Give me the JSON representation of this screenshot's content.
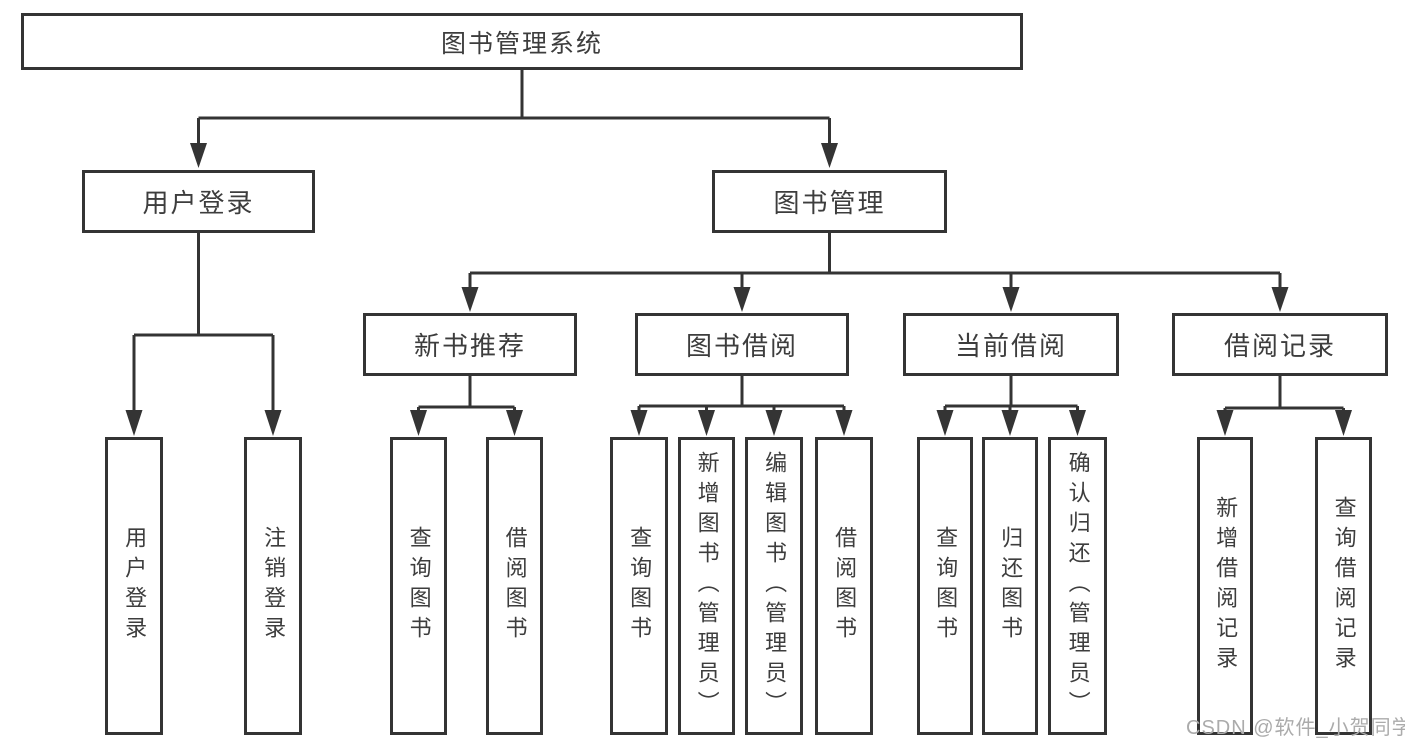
{
  "tree": {
    "label": "图书管理系统",
    "children": [
      {
        "label": "用户登录",
        "children": [
          {
            "label": "用户登录"
          },
          {
            "label": "注销登录"
          }
        ]
      },
      {
        "label": "图书管理",
        "children": [
          {
            "label": "新书推荐",
            "children": [
              {
                "label": "查询图书"
              },
              {
                "label": "借阅图书"
              }
            ]
          },
          {
            "label": "图书借阅",
            "children": [
              {
                "label": "查询图书"
              },
              {
                "label": "新增图书（管理员）"
              },
              {
                "label": "编辑图书（管理员）"
              },
              {
                "label": "借阅图书"
              }
            ]
          },
          {
            "label": "当前借阅",
            "children": [
              {
                "label": "查询图书"
              },
              {
                "label": "归还图书"
              },
              {
                "label": "确认归还（管理员）"
              }
            ]
          },
          {
            "label": "借阅记录",
            "children": [
              {
                "label": "新增借阅记录"
              },
              {
                "label": "查询借阅记录"
              }
            ]
          }
        ]
      }
    ]
  },
  "watermark": {
    "text": "CSDN @软件_小贺同学"
  },
  "colors": {
    "line": "#343434",
    "box_border": "#343434",
    "box_background": "#ffffff",
    "label_text": "#3d3d3d",
    "watermark_text": "#ababab",
    "page_background": "#ffffff"
  }
}
